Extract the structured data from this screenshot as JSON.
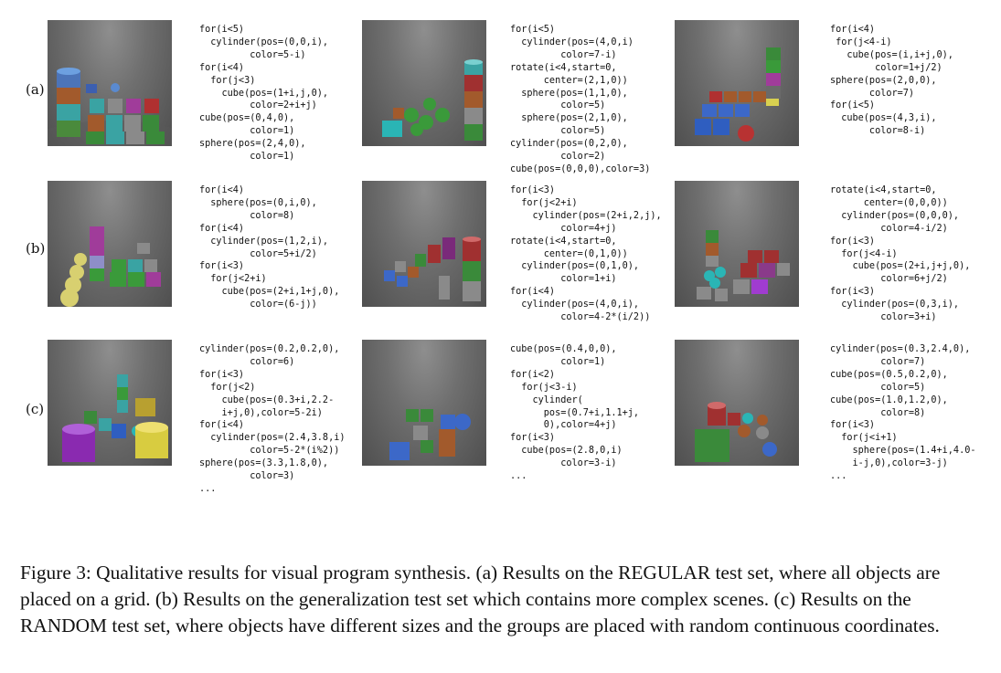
{
  "rows": [
    {
      "label": "(a)",
      "panels": [
        {
          "scene_icon": "rendered-scene-grid-blocks",
          "code": "for(i<5)\n  cylinder(pos=(0,0,i),\n         color=5-i)\nfor(i<4)\n  for(j<3)\n    cube(pos=(1+i,j,0),\n         color=2+i+j)\ncube(pos=(0,4,0),\n         color=1)\nsphere(pos=(2,4,0),\n         color=1)"
        },
        {
          "scene_icon": "rendered-scene-spheres-and-tower",
          "code": "for(i<5)\n  cylinder(pos=(4,0,i)\n         color=7-i)\nrotate(i<4,start=0,\n      center=(2,1,0))\n  sphere(pos=(1,1,0),\n         color=5)\n  sphere(pos=(2,1,0),\n         color=5)\ncylinder(pos=(0,2,0),\n         color=2)\ncube(pos=(0,0,0),color=3)"
        },
        {
          "scene_icon": "rendered-scene-staircase-blocks",
          "code": "for(i<4)\n for(j<4-i)\n   cube(pos=(i,i+j,0),\n        color=1+j/2)\nsphere(pos=(2,0,0),\n       color=7)\nfor(i<5)\n  cube(pos=(4,3,i),\n       color=8-i)"
        }
      ]
    },
    {
      "label": "(b)",
      "panels": [
        {
          "scene_icon": "rendered-scene-sphere-row-and-cubes",
          "code": "for(i<4)\n  sphere(pos=(0,i,0),\n         color=8)\nfor(i<4)\n  cylinder(pos=(1,2,i),\n         color=5+i/2)\nfor(i<3)\n  for(j<2+i)\n    cube(pos=(2+i,1+j,0),\n         color=(6-j))"
        },
        {
          "scene_icon": "rendered-scene-cylinder-clusters",
          "code": "for(i<3)\n  for(j<2+i)\n    cylinder(pos=(2+i,2,j),\n         color=4+j)\nrotate(i<4,start=0,\n      center=(0,1,0))\n  cylinder(pos=(0,1,0),\n         color=1+i)\nfor(i<4)\n  cylinder(pos=(4,0,i),\n         color=4-2*(i/2))"
        },
        {
          "scene_icon": "rendered-scene-metal-cubes",
          "code": "rotate(i<4,start=0,\n      center=(0,0,0))\n  cylinder(pos=(0,0,0),\n         color=4-i/2)\nfor(i<3)\n  for(j<4-i)\n    cube(pos=(2+i,j+j,0),\n         color=6+j/2)\nfor(i<3)\n  cylinder(pos=(0,3,i),\n         color=3+i)"
        }
      ]
    },
    {
      "label": "(c)",
      "panels": [
        {
          "scene_icon": "rendered-scene-random-sizes",
          "code": "cylinder(pos=(0.2,0.2,0),\n         color=6)\nfor(i<3)\n  for(j<2)\n    cube(pos=(0.3+i,2.2-\n    i+j,0),color=5-2i)\nfor(i<4)\n  cylinder(pos=(2.4,3.8,i)\n         color=5-2*(i%2))\nsphere(pos=(3.3,1.8,0),\n         color=3)\n..."
        },
        {
          "scene_icon": "rendered-scene-random-cubes",
          "code": "cube(pos=(0.4,0,0),\n         color=1)\nfor(i<2)\n  for(j<3-i)\n    cylinder(\n      pos=(0.7+i,1.1+j,\n      0),color=4+j)\nfor(i<3)\n  cube(pos=(2.8,0,i)\n         color=3-i)\n..."
        },
        {
          "scene_icon": "rendered-scene-random-spheres",
          "code": "cylinder(pos=(0.3,2.4,0),\n         color=7)\ncube(pos=(0.5,0.2,0),\n         color=5)\ncube(pos=(1.0,1.2,0),\n         color=8)\nfor(i<3)\n  for(j<i+1)\n    sphere(pos=(1.4+i,4.0-\n    i-j,0),color=3-j)\n..."
        }
      ]
    }
  ],
  "caption": "Figure 3: Qualitative results for visual program synthesis. (a) Results on the REGULAR test set, where all objects are placed on a grid. (b) Results on the generalization test set which contains more complex scenes. (c) Results on the RANDOM test set, where objects have different sizes and the groups are placed with random continuous coordinates."
}
